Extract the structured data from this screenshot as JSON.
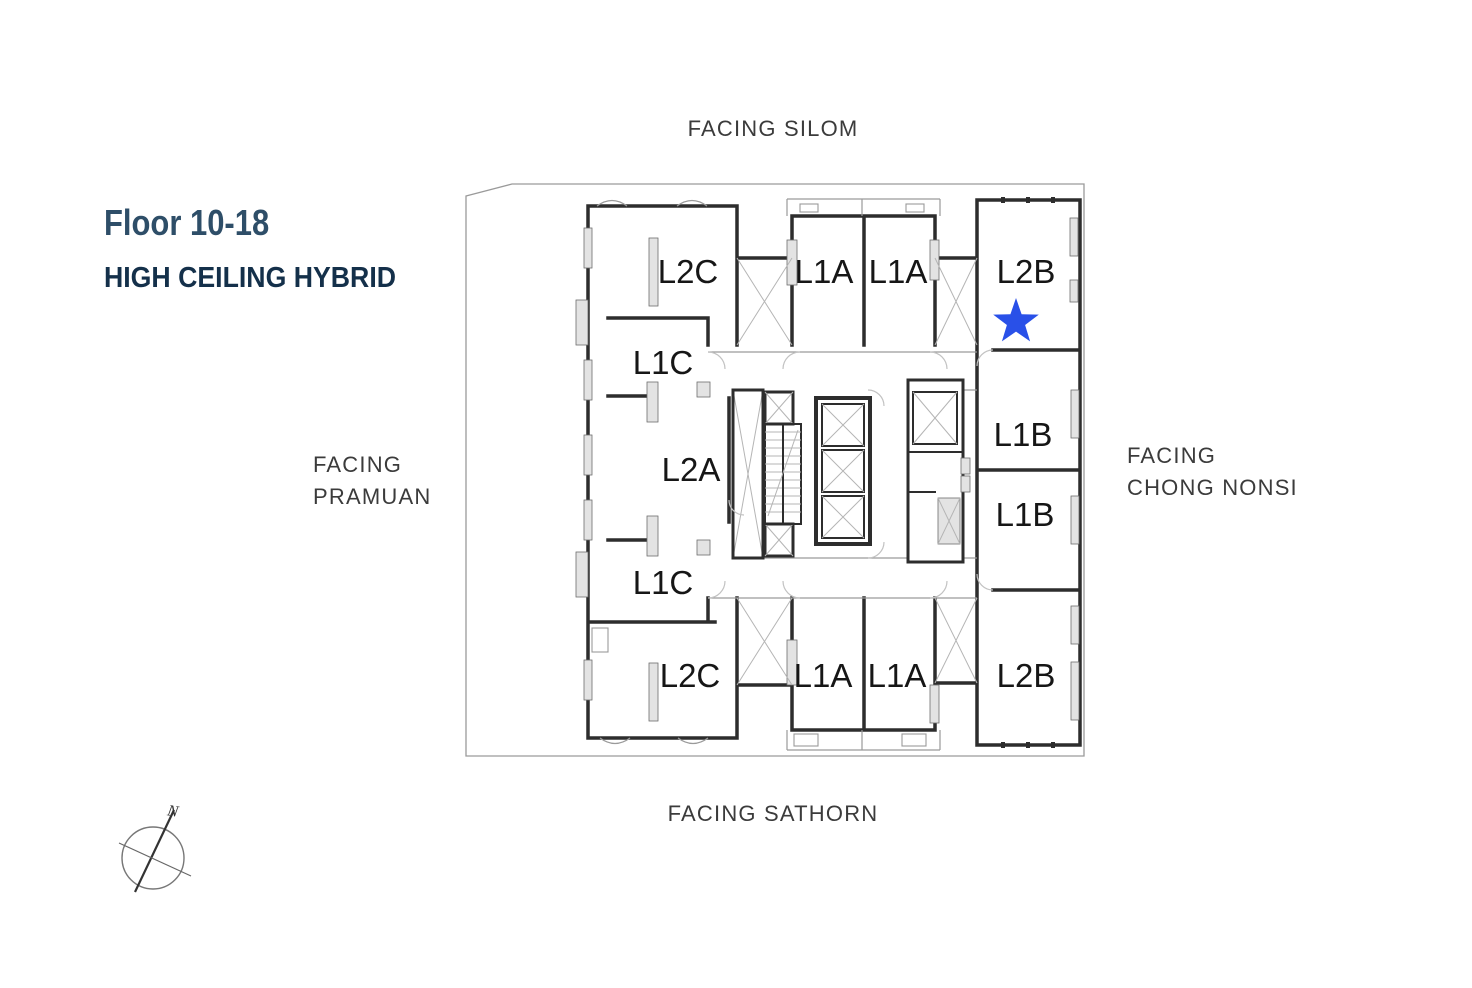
{
  "header": {
    "floor_range": "Floor 10-18",
    "unit_type": "HIGH CEILING HYBRID"
  },
  "facing": {
    "top": "FACING SILOM",
    "bottom": "FACING SATHORN",
    "left_line1": "FACING",
    "left_line2": "PRAMUAN",
    "right_line1": "FACING",
    "right_line2": "CHONG NONSI"
  },
  "compass": {
    "north_label": "N"
  },
  "floorplan": {
    "units": [
      {
        "id": "l2c-top",
        "label": "L2C"
      },
      {
        "id": "l1a-top-left",
        "label": "L1A"
      },
      {
        "id": "l1a-top-right",
        "label": "L1A"
      },
      {
        "id": "l2b-top",
        "label": "L2B"
      },
      {
        "id": "l1c-upper",
        "label": "L1C"
      },
      {
        "id": "l2a",
        "label": "L2A"
      },
      {
        "id": "l1b-upper",
        "label": "L1B"
      },
      {
        "id": "l1b-lower",
        "label": "L1B"
      },
      {
        "id": "l1c-lower",
        "label": "L1C"
      },
      {
        "id": "l2c-bottom",
        "label": "L2C"
      },
      {
        "id": "l1a-bottom-left",
        "label": "L1A"
      },
      {
        "id": "l1a-bottom-right",
        "label": "L1A"
      },
      {
        "id": "l2b-bottom",
        "label": "L2B"
      }
    ],
    "highlight": {
      "unit": "L2B",
      "marker": "star",
      "color": "#2950e8"
    }
  },
  "colors": {
    "c_bg": "#ffffff",
    "c_title1": "#2e4e68",
    "c_title2": "#14304a",
    "c_facing": "#3b3b3b",
    "c_wall": "#2d2d2d",
    "c_line": "#9a9a9a",
    "c_label": "#161616",
    "c_star": "#2950e8"
  }
}
